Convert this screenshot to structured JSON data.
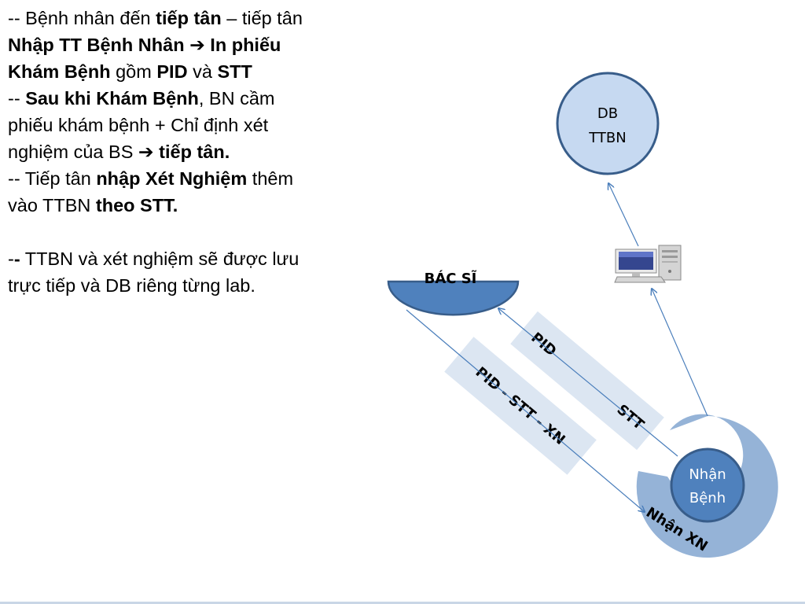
{
  "text": {
    "l1": {
      "a": "-- Bệnh nhân đến ",
      "b": "tiếp tân",
      "c": " – tiếp tân"
    },
    "l2": {
      "a": "Nhập TT Bệnh Nhân ",
      "arrow": "➔",
      "b": " In phiếu"
    },
    "l3": {
      "a": "Khám Bệnh",
      "b": " gồm ",
      "c": "PID",
      "d": " và ",
      "e": "STT"
    },
    "l4": {
      "a": "-- ",
      "b": "Sau khi Khám Bệnh",
      "c": ", BN cầm"
    },
    "l5": {
      "a": "phiếu khám bệnh + Chỉ định xét"
    },
    "l6": {
      "a": "nghiệm của BS ",
      "arrow": "➔",
      "b": " tiếp tân."
    },
    "l7": {
      "a": "-- Tiếp tân ",
      "b": "nhập Xét Nghiệm",
      "c": " thêm"
    },
    "l8": {
      "a": "vào TTBN ",
      "b": "theo STT."
    },
    "l9": {
      "a": "-",
      "b": "-",
      "c": " TTBN và xét nghiệm sẽ được lưu"
    },
    "l10": {
      "a": "trực tiếp và DB riêng từng lab."
    }
  },
  "diagram": {
    "db_line1": "DB",
    "db_line2": "TTBN",
    "doctor": "BÁC SĨ",
    "reception_line1": "Nhận",
    "reception_line2": "Bệnh",
    "ring_label": "Nhận XN",
    "label_pid": "PID",
    "label_stt": "STT",
    "label_pid_stt_xn": "PID  -  STT - XN",
    "computer_icon": "computer-icon"
  },
  "colors": {
    "fill_light": "#c6d9f1",
    "fill_mid": "#95b3d7",
    "fill_dark": "#4f81bd",
    "stroke_dark": "#385d8a",
    "band": "#dce6f2",
    "arrow": "#4a7ebb"
  }
}
